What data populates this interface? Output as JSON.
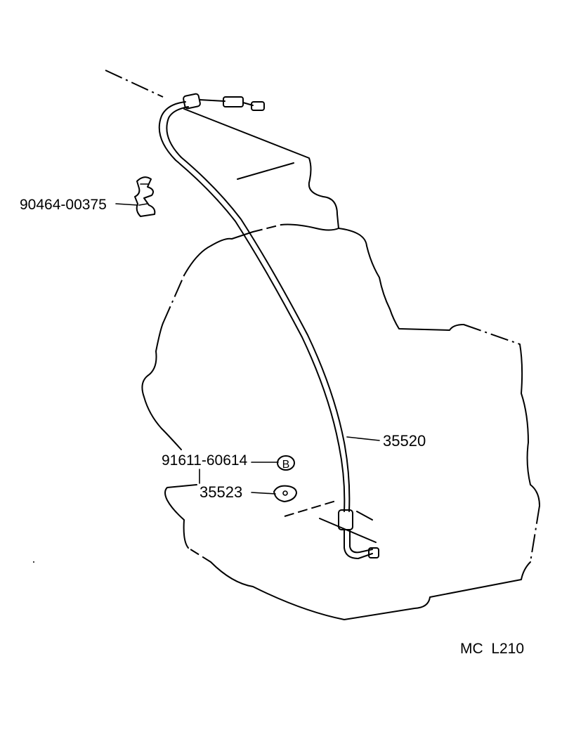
{
  "parts": {
    "clamp": "90464-00375",
    "cable": "35520",
    "bolt": "91611-60614",
    "bolt_marker": "B",
    "bracket": "35523"
  },
  "footer": {
    "code": "MC  L210"
  }
}
